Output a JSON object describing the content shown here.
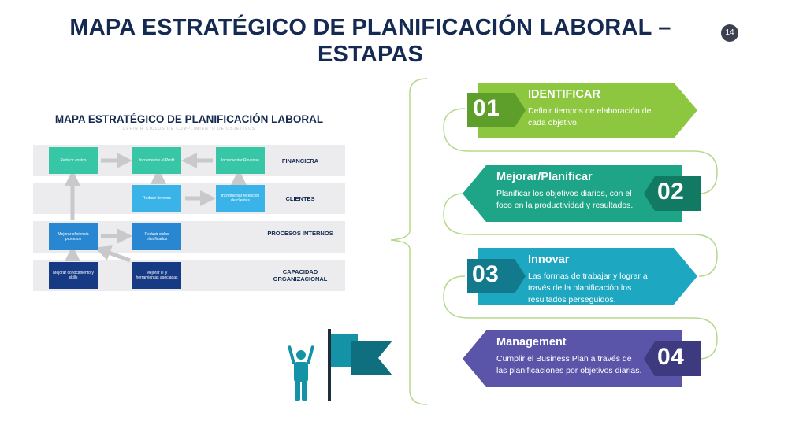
{
  "slide": {
    "title": "MAPA ESTRATÉGICO DE PLANIFICACIÓN LABORAL – ESTAPAS",
    "page_number": "14"
  },
  "strategy_map": {
    "title": "MAPA ESTRATÉGICO DE PLANIFICACIÓN LABORAL",
    "subtitle": "DEFINIR CICLOS DE CUMPLIMIENTO DE OBJETIVOS",
    "rows": [
      {
        "label": "FINANCIERA",
        "boxes": [
          "Reducir costos",
          "Incrementar el Profit",
          "Incrementar Revenue"
        ]
      },
      {
        "label": "CLIENTES",
        "boxes": [
          "Reducir tiempos",
          "Incrementar retención de clientes"
        ]
      },
      {
        "label": "PROCESOS INTERNOS",
        "boxes": [
          "Mejorar eficiencia procesos",
          "Reducir ciclos planificados"
        ]
      },
      {
        "label": "CAPACIDAD ORGANIZACIONAL",
        "boxes": [
          "Mejorar conocimiento y skills",
          "Mejorar IT y herramientas asociadas"
        ]
      }
    ]
  },
  "steps": [
    {
      "number": "01",
      "heading": "IDENTIFICAR",
      "text": "Definir tiempos de elaboración de cada objetivo.",
      "color": "#8dc63f"
    },
    {
      "number": "02",
      "heading": "Mejorar/Planificar",
      "text": "Planificar los objetivos diarios, con el foco en la productividad y resultados.",
      "color": "#1ea587"
    },
    {
      "number": "03",
      "heading": "Innovar",
      "text": "Las formas de trabajar y lograr a través de la planificación los resultados perseguidos.",
      "color": "#1ea7c1"
    },
    {
      "number": "04",
      "heading": "Management",
      "text": "Cumplir el Business Plan a través de las planificaciones por objetivos diarias.",
      "color": "#5a55a8"
    }
  ],
  "colors": {
    "title": "#142a52",
    "connector": "#b5d98c"
  },
  "icons": [
    "person-cheering-icon",
    "flag-icon"
  ]
}
